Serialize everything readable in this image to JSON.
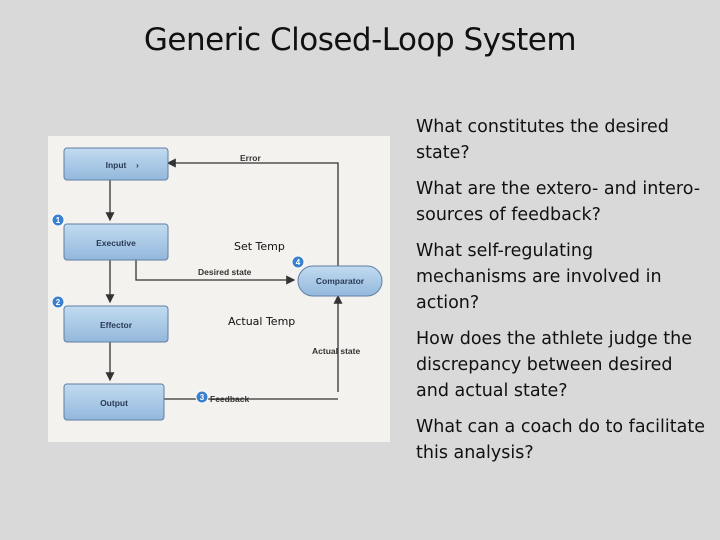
{
  "title": "Generic Closed-Loop System",
  "diagram": {
    "boxes": {
      "input": "Input",
      "executive": "Executive",
      "effector": "Effector",
      "output": "Output",
      "comparator": "Comparator"
    },
    "flow_labels": {
      "error": "Error",
      "desired_state": "Desired state",
      "actual_state": "Actual state",
      "feedback": "Feedback"
    },
    "step_numbers": [
      "1",
      "2",
      "3",
      "4"
    ],
    "overlay_labels": {
      "set_temp": "Set Temp",
      "actual_temp": "Actual Temp"
    },
    "colors": {
      "box_fill": "#a9cbe8",
      "box_stroke": "#5e7fa3",
      "marker_fill": "#3b7fcf"
    }
  },
  "questions": [
    "What constitutes the desired state?",
    "What are the extero- and intero- sources of feedback?",
    "What self-regulating mechanisms are involved in action?",
    "How does the athlete judge the discrepancy between desired and actual state?",
    "What can a coach do to facilitate this analysis?"
  ]
}
